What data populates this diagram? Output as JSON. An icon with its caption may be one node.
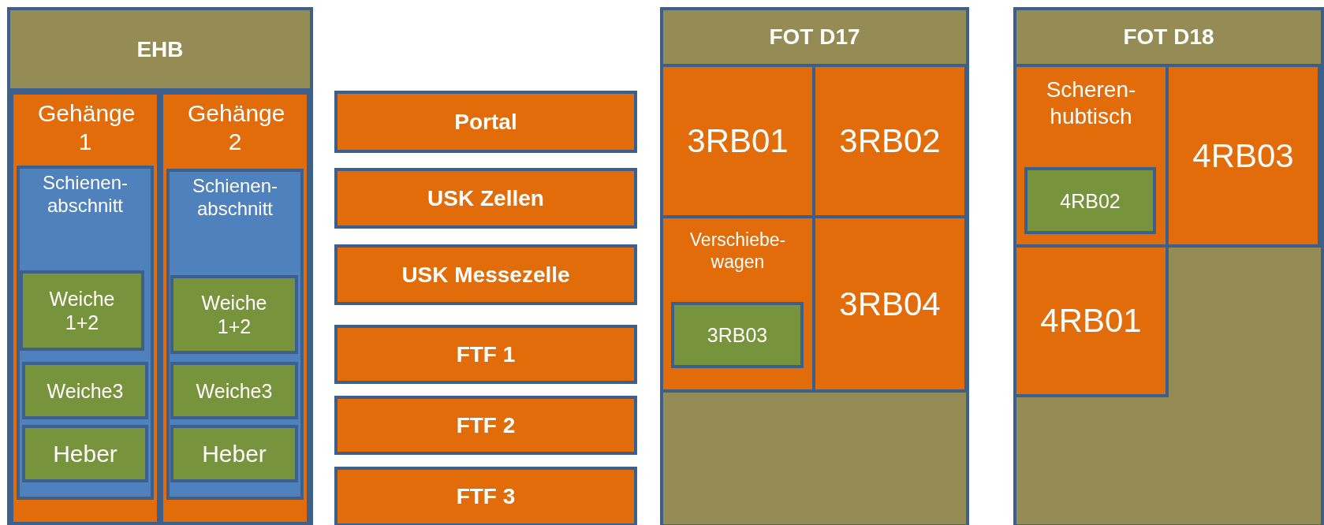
{
  "diagram": {
    "nodes": [
      {
        "text": [
          "EHB"
        ]
      },
      {
        "text": [
          "Gehänge 1"
        ],
        "in": 0
      },
      {
        "text": [
          "Schienen-abschnitt"
        ],
        "in": 1
      },
      {
        "text": [
          "Weiche 1+2"
        ],
        "in": 2
      },
      {
        "text": [
          "Weiche3"
        ],
        "in": 2
      },
      {
        "text": [
          "Heber"
        ],
        "in": 2
      },
      {
        "text": [
          "Gehänge 2"
        ],
        "in": 0
      },
      {
        "text": [
          "Schienen-abschnitt"
        ],
        "in": 6
      },
      {
        "text": [
          "Weiche 1+2"
        ],
        "in": 7
      },
      {
        "text": [
          "Weiche3"
        ],
        "in": 7
      },
      {
        "text": [
          "Heber"
        ],
        "in": 7
      },
      {
        "text": [
          "Portal"
        ]
      },
      {
        "text": [
          "USK Zellen"
        ]
      },
      {
        "text": [
          "USK Messezelle"
        ]
      },
      {
        "text": [
          "FTF 1"
        ]
      },
      {
        "text": [
          "FTF 2"
        ]
      },
      {
        "text": [
          "FTF 3"
        ]
      },
      {
        "text": [
          "FOT D17"
        ]
      },
      {
        "text": [
          "3RB01"
        ],
        "in": 17
      },
      {
        "text": [
          "3RB02"
        ],
        "in": 17
      },
      {
        "text": [
          "Verschiebe-wagen"
        ],
        "in": 17
      },
      {
        "text": [
          "3RB03"
        ],
        "in": 20
      },
      {
        "text": [
          "3RB04"
        ],
        "in": 17
      },
      {
        "text": [
          "FOT D18"
        ]
      },
      {
        "text": [
          "Scheren-hubtisch"
        ],
        "in": 23
      },
      {
        "text": [
          "4RB02"
        ],
        "in": 24
      },
      {
        "text": [
          "4RB03"
        ],
        "in": 23
      },
      {
        "text": [
          "4RB01"
        ],
        "in": 23
      }
    ]
  }
}
